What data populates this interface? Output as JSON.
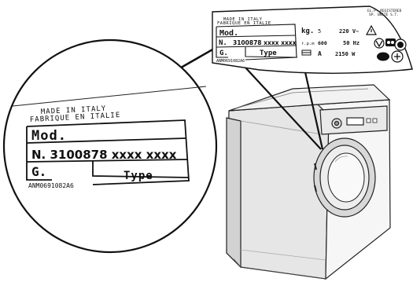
{
  "zoom_label": {
    "origin_line1": "MADE IN ITALY",
    "origin_line2": "FABRIQUE EN ITALIE",
    "mod": "Mod.",
    "serial": "N. 3100878 xxxx xxxx",
    "g": "G.",
    "type": "Type",
    "code": "ANM0691082A6"
  },
  "rating_plate": {
    "origin_line1": "MADE IN ITALY",
    "origin_line2": "FABRIQUE EN ITALIE",
    "mod": "Mod.",
    "serial_prefix": "N.",
    "serial": "3100878 xxxx xxxx",
    "g": "G.",
    "type": "Type",
    "code": "ANM0691082A6",
    "capacity_prefix": "kg.",
    "capacity": "5",
    "voltage": "220 V~",
    "rpm_label": "r.p.m",
    "rpm": "600",
    "frequency": "50 Hz",
    "amp_label": "A",
    "power": "2150 W",
    "registered_line1": "EL.P. REGISTERED",
    "registered_line2": "SP. UNITE S.T."
  },
  "icons": {
    "warning": "warning-triangle-icon",
    "fuse": "fuse-icon",
    "certification": "certification-mark-icons"
  }
}
